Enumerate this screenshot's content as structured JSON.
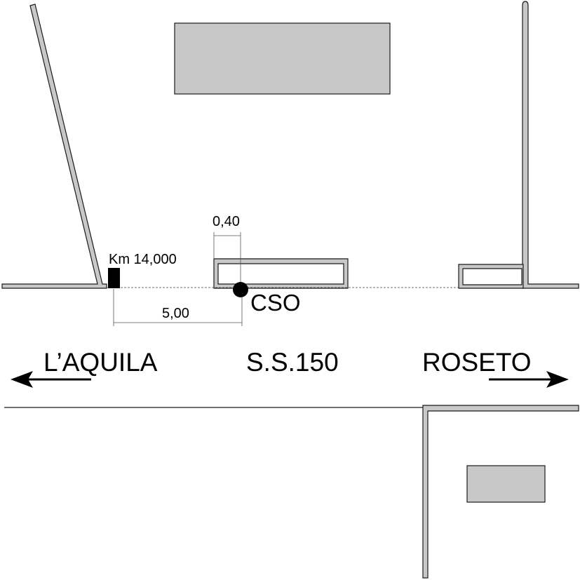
{
  "labels": {
    "km": "Km 14,000",
    "dim_040": "0,40",
    "dim_500": "5,00",
    "cso": "CSO",
    "west": "L’AQUILA",
    "road": "S.S.150",
    "east": "ROSETO"
  },
  "colors": {
    "building_fill": "#c8c8c8",
    "wall_fill": "#c8c8c8",
    "stroke": "#1a1a1a",
    "marker": "#000000"
  }
}
